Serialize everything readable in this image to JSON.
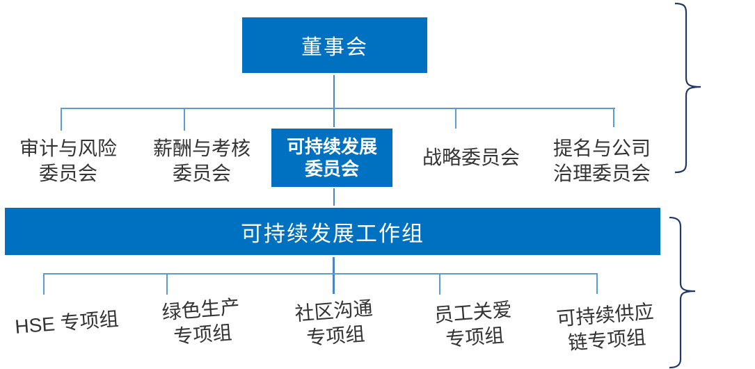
{
  "chart": {
    "title_hint": "sustainability governance org chart",
    "root": {
      "label": "董事会"
    },
    "committees": [
      {
        "lines": [
          "审计与风险",
          "委员会"
        ],
        "highlighted": false
      },
      {
        "lines": [
          "薪酬与考核",
          "委员会"
        ],
        "highlighted": false
      },
      {
        "lines": [
          "可持续发展",
          "委员会"
        ],
        "highlighted": true
      },
      {
        "lines": [
          "战略委员会"
        ],
        "highlighted": false
      },
      {
        "lines": [
          "提名与公司",
          "治理委员会"
        ],
        "highlighted": false
      }
    ],
    "working_group": {
      "label": "可持续发展工作组"
    },
    "task_forces": [
      {
        "lines": [
          "HSE 专项组"
        ]
      },
      {
        "lines": [
          "绿色生产",
          "专项组"
        ]
      },
      {
        "lines": [
          "社区沟通",
          "专项组"
        ]
      },
      {
        "lines": [
          "员工关爱",
          "专项组"
        ]
      },
      {
        "lines": [
          "可持续供应",
          "链专项组"
        ]
      }
    ],
    "colors": {
      "node_blue": "#0070c0",
      "connector_blue": "#5b9bd5",
      "brace_navy": "#1f3864",
      "label_gray": "#333333",
      "node_text": "#ffffff"
    }
  }
}
